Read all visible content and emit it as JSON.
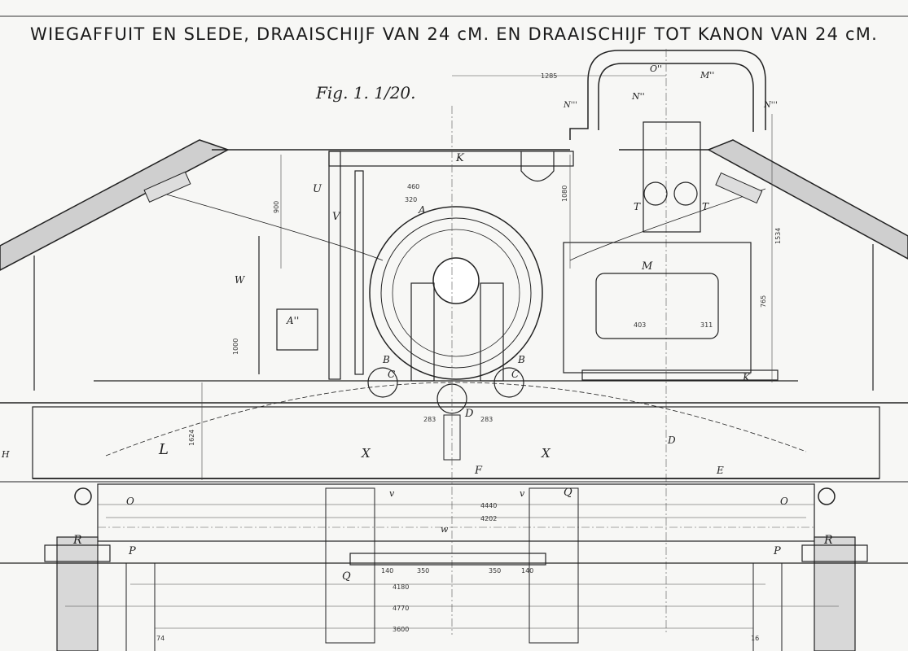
{
  "title": "WIEGAFFUIT EN SLEDE, DRAAISCHIJF VAN 24 cM. EN DRAAISCHIJF TOT KANON VAN 24 cM.",
  "figure_label": "Fig. 1.  1/20.",
  "part_labels": [
    {
      "id": "L",
      "text": "L"
    },
    {
      "id": "H-left",
      "text": "H"
    },
    {
      "id": "X-left",
      "text": "X"
    },
    {
      "id": "X-right",
      "text": "X"
    },
    {
      "id": "F",
      "text": "F"
    },
    {
      "id": "D-center",
      "text": "D"
    },
    {
      "id": "M",
      "text": "M"
    },
    {
      "id": "K-top",
      "text": "K"
    },
    {
      "id": "U",
      "text": "U"
    },
    {
      "id": "V",
      "text": "V"
    },
    {
      "id": "W",
      "text": "W"
    },
    {
      "id": "A2",
      "text": "A''"
    },
    {
      "id": "R-left",
      "text": "R"
    },
    {
      "id": "R-right",
      "text": "R"
    },
    {
      "id": "P-left",
      "text": "P"
    },
    {
      "id": "P-right",
      "text": "P"
    },
    {
      "id": "Q-mid",
      "text": "Q"
    },
    {
      "id": "Q-low",
      "text": "Q"
    },
    {
      "id": "O-left",
      "text": "O"
    },
    {
      "id": "O-right",
      "text": "O"
    },
    {
      "id": "O2",
      "text": "O''"
    },
    {
      "id": "M2",
      "text": "M''"
    },
    {
      "id": "N2",
      "text": "N''"
    },
    {
      "id": "N3-left",
      "text": "N'''"
    },
    {
      "id": "N3-right",
      "text": "N'''"
    },
    {
      "id": "T-left",
      "text": "T"
    },
    {
      "id": "T-right",
      "text": "T"
    },
    {
      "id": "K-right",
      "text": "K"
    },
    {
      "id": "A-center",
      "text": "A"
    },
    {
      "id": "B-left",
      "text": "B"
    },
    {
      "id": "B-right",
      "text": "B"
    },
    {
      "id": "C-left",
      "text": "C"
    },
    {
      "id": "C-right",
      "text": "C"
    },
    {
      "id": "E",
      "text": "E"
    },
    {
      "id": "w",
      "text": "w"
    },
    {
      "id": "v-left",
      "text": "v"
    },
    {
      "id": "v-right",
      "text": "v"
    },
    {
      "id": "D-right",
      "text": "D"
    }
  ],
  "dimensions": [
    {
      "id": "d1285",
      "text": "1285"
    },
    {
      "id": "d4440",
      "text": "4440"
    },
    {
      "id": "d4202",
      "text": "4202"
    },
    {
      "id": "d4180",
      "text": "4180"
    },
    {
      "id": "d4770",
      "text": "4770"
    },
    {
      "id": "d3600",
      "text": "3600"
    },
    {
      "id": "d1624",
      "text": "1624"
    },
    {
      "id": "d1534",
      "text": "1534"
    },
    {
      "id": "d900",
      "text": "900"
    },
    {
      "id": "d1080",
      "text": "1080"
    },
    {
      "id": "d460",
      "text": "460"
    },
    {
      "id": "d320",
      "text": "320"
    },
    {
      "id": "d403",
      "text": "403"
    },
    {
      "id": "d311",
      "text": "311"
    },
    {
      "id": "d283a",
      "text": "283"
    },
    {
      "id": "d283b",
      "text": "283"
    },
    {
      "id": "d350a",
      "text": "350"
    },
    {
      "id": "d350b",
      "text": "350"
    },
    {
      "id": "d140a",
      "text": "140"
    },
    {
      "id": "d140b",
      "text": "140"
    },
    {
      "id": "d1000",
      "text": "1000"
    },
    {
      "id": "d765",
      "text": "765"
    },
    {
      "id": "d74",
      "text": "74"
    },
    {
      "id": "d16",
      "text": "16"
    }
  ]
}
